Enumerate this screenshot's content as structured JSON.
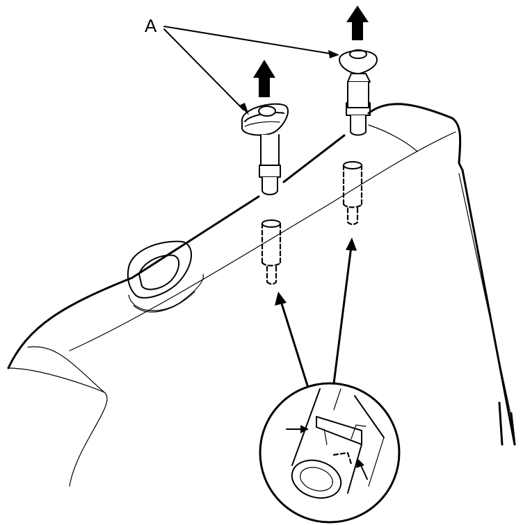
{
  "diagram": {
    "callout": {
      "label": "A",
      "icon": "pointer-arrows"
    },
    "parts": {
      "left_clip": {
        "icon": "push-clip-angled-head"
      },
      "right_clip": {
        "icon": "push-clip-round-head"
      },
      "removal_direction": {
        "icon": "up-arrow"
      },
      "detail_view": {
        "icon": "magnified-clip-socket"
      }
    },
    "colors": {
      "ink": "#000000",
      "paper": "#ffffff"
    }
  }
}
